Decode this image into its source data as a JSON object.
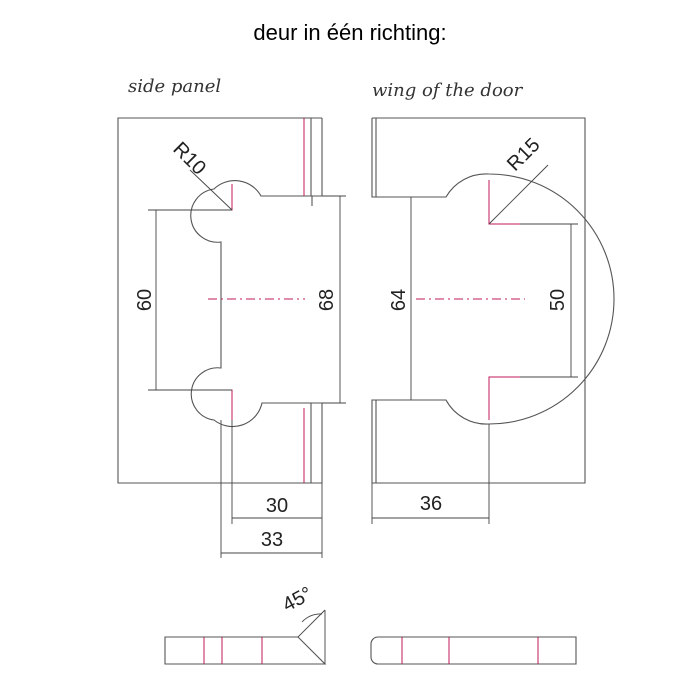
{
  "title": "deur in één richting:",
  "captions": {
    "side_panel": "side panel",
    "wing": "wing of the door"
  },
  "dimensions": {
    "r_left": "R10",
    "r_right": "R15",
    "d60": "60",
    "d68": "68",
    "d64": "64",
    "d50": "50",
    "d30": "30",
    "d33": "33",
    "d36": "36",
    "angle": "45°"
  },
  "colors": {
    "line": "#555555",
    "centerline": "#c0185a",
    "text": "#222222"
  }
}
